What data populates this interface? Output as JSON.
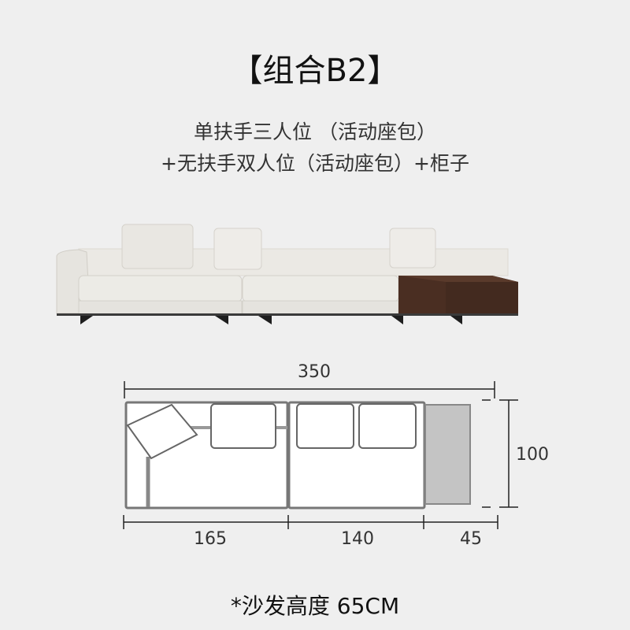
{
  "header": {
    "title": "【组合B2】",
    "subtitle_line1": "单扶手三人位 （活动座包）",
    "subtitle_line2": "+无扶手双人位（活动座包）+柜子"
  },
  "product_photo": {
    "description": "white fabric modular sofa with walnut side cabinet",
    "colors": {
      "fabric": "#e9e7e2",
      "wood": "#4a2e22",
      "legs": "#222222"
    }
  },
  "plan_diagram": {
    "total_width": "350",
    "depth": "100",
    "segments": [
      {
        "label": "165",
        "name": "single-arm-three-seater"
      },
      {
        "label": "140",
        "name": "armless-two-seater"
      },
      {
        "label": "45",
        "name": "cabinet"
      }
    ],
    "colors": {
      "outline": "#777777",
      "cabinet_fill": "#c4c4c4",
      "seat_fill": "#ffffff"
    }
  },
  "footer": {
    "note": "*沙发高度 65CM"
  }
}
